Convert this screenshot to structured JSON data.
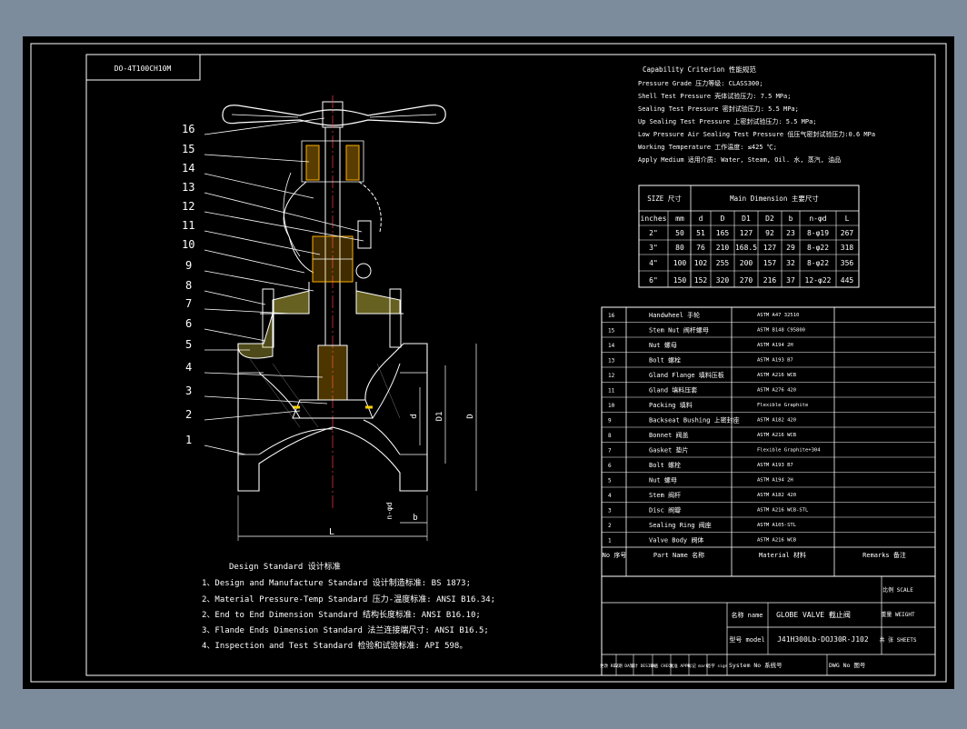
{
  "drawing_code": "DO-4T100CH10M",
  "balloons": [
    "16",
    "15",
    "14",
    "13",
    "12",
    "11",
    "10",
    "9",
    "8",
    "7",
    "6",
    "5",
    "4",
    "3",
    "2",
    "1"
  ],
  "dim_labels": {
    "L": "L",
    "d": "d",
    "D1": "D1",
    "D": "D",
    "b": "b",
    "nd": "n-φd"
  },
  "criterion": {
    "title": "Capability Criterion 性能规范",
    "lines": [
      "Pressure Grade 压力等级: CLASS300;",
      "Shell Test Pressure 壳体试验压力: 7.5 MPa;",
      "Sealing Test Pressure 密封试验压力: 5.5 MPa;",
      "Up Sealing Test Pressure 上密封试验压力: 5.5 MPa;",
      "Low Pressure Air Sealing Test Pressure 低压气密封试验压力:0.6 MPa",
      "Working Temperature 工作温度: ≤425 ℃;",
      "Apply Medium 适用介质: Water, Steam, Oil. 水, 蒸汽, 油品"
    ]
  },
  "dim_table": {
    "size_header": "SIZE 尺寸",
    "main_header": "Main Dimension 主要尺寸",
    "columns": [
      "inches",
      "mm",
      "d",
      "D",
      "D1",
      "D2",
      "b",
      "n-φd",
      "L"
    ],
    "rows": [
      [
        "2\"",
        "50",
        "51",
        "165",
        "127",
        "92",
        "23",
        "8-φ19",
        "267"
      ],
      [
        "3\"",
        "80",
        "76",
        "210",
        "168.5",
        "127",
        "29",
        "8-φ22",
        "318"
      ],
      [
        "4\"",
        "100",
        "102",
        "255",
        "200",
        "157",
        "32",
        "8-φ22",
        "356"
      ],
      [
        "6\"",
        "150",
        "152",
        "320",
        "270",
        "216",
        "37",
        "12-φ22",
        "445"
      ]
    ]
  },
  "parts": [
    [
      "16",
      "Handwheel 手轮",
      "ASTM A47 32510",
      ""
    ],
    [
      "15",
      "Stem Nut 阀杆螺母",
      "ASTM B148 C95800",
      ""
    ],
    [
      "14",
      "Nut 螺母",
      "ASTM A194 2H",
      ""
    ],
    [
      "13",
      "Bolt 螺栓",
      "ASTM A193 B7",
      ""
    ],
    [
      "12",
      "Gland Flange 填料压板",
      "ASTM A216 WCB",
      ""
    ],
    [
      "11",
      "Gland 填料压套",
      "ASTM A276 420",
      ""
    ],
    [
      "10",
      "Packing 填料",
      "Flexible Graphite",
      ""
    ],
    [
      "9",
      "Backseat Bushing 上密封座",
      "ASTM A182 420",
      ""
    ],
    [
      "8",
      "Bonnet 阀盖",
      "ASTM A216 WCB",
      ""
    ],
    [
      "7",
      "Gasket 垫片",
      "Flexible Graphite+304",
      ""
    ],
    [
      "6",
      "Bolt 螺栓",
      "ASTM A193 B7",
      ""
    ],
    [
      "5",
      "Nut 螺母",
      "ASTM A194 2H",
      ""
    ],
    [
      "4",
      "Stem 阀杆",
      "ASTM A182 420",
      ""
    ],
    [
      "3",
      "Disc 阀瓣",
      "ASTM A216 WCB-STL",
      ""
    ],
    [
      "2",
      "Sealing Ring 阀座",
      "ASTM A105-STL",
      ""
    ],
    [
      "1",
      "Valve Body 阀体",
      "ASTM A216 WCB",
      ""
    ]
  ],
  "parts_header": {
    "no": "No 序号",
    "name": "Part Name 名称",
    "material": "Material 材料",
    "remarks": "Remarks 备注"
  },
  "title_block": {
    "name_label": "名称 name",
    "name_value": "GLOBE VALVE 截止阀",
    "model_label": "型号 model",
    "model_value": "J41H300Lb-DO",
    "drawing_no": "J30R-J102",
    "scale_label": "比例 SCALE",
    "weight_label": "重量 WEIGHT",
    "pages_label": "共 张 SHEETS",
    "sign_labels": [
      "更改 REV",
      "日期 DATE",
      "设计 DESIGN",
      "审查 CHECK",
      "批准 APPR",
      "标记 mark",
      "签字 sign"
    ],
    "system_label": "System No 系统号",
    "dwg_label": "DWG No 图号"
  },
  "design_standard": {
    "title": "Design Standard 设计标准",
    "items": [
      "1、Design and Manufacture Standard 设计制造标准: BS 1873;",
      "2、Material Pressure-Temp Standard 压力-温度标准: ANSI B16.34;",
      "2、End to End Dimension Standard 结构长度标准: ANSI B16.10;",
      "3、Flande Ends Dimension Standard 法兰连接端尺寸: ANSI B16.5;",
      "4、Inspection and Test Standard 检验和试验标准: API 598。"
    ]
  }
}
